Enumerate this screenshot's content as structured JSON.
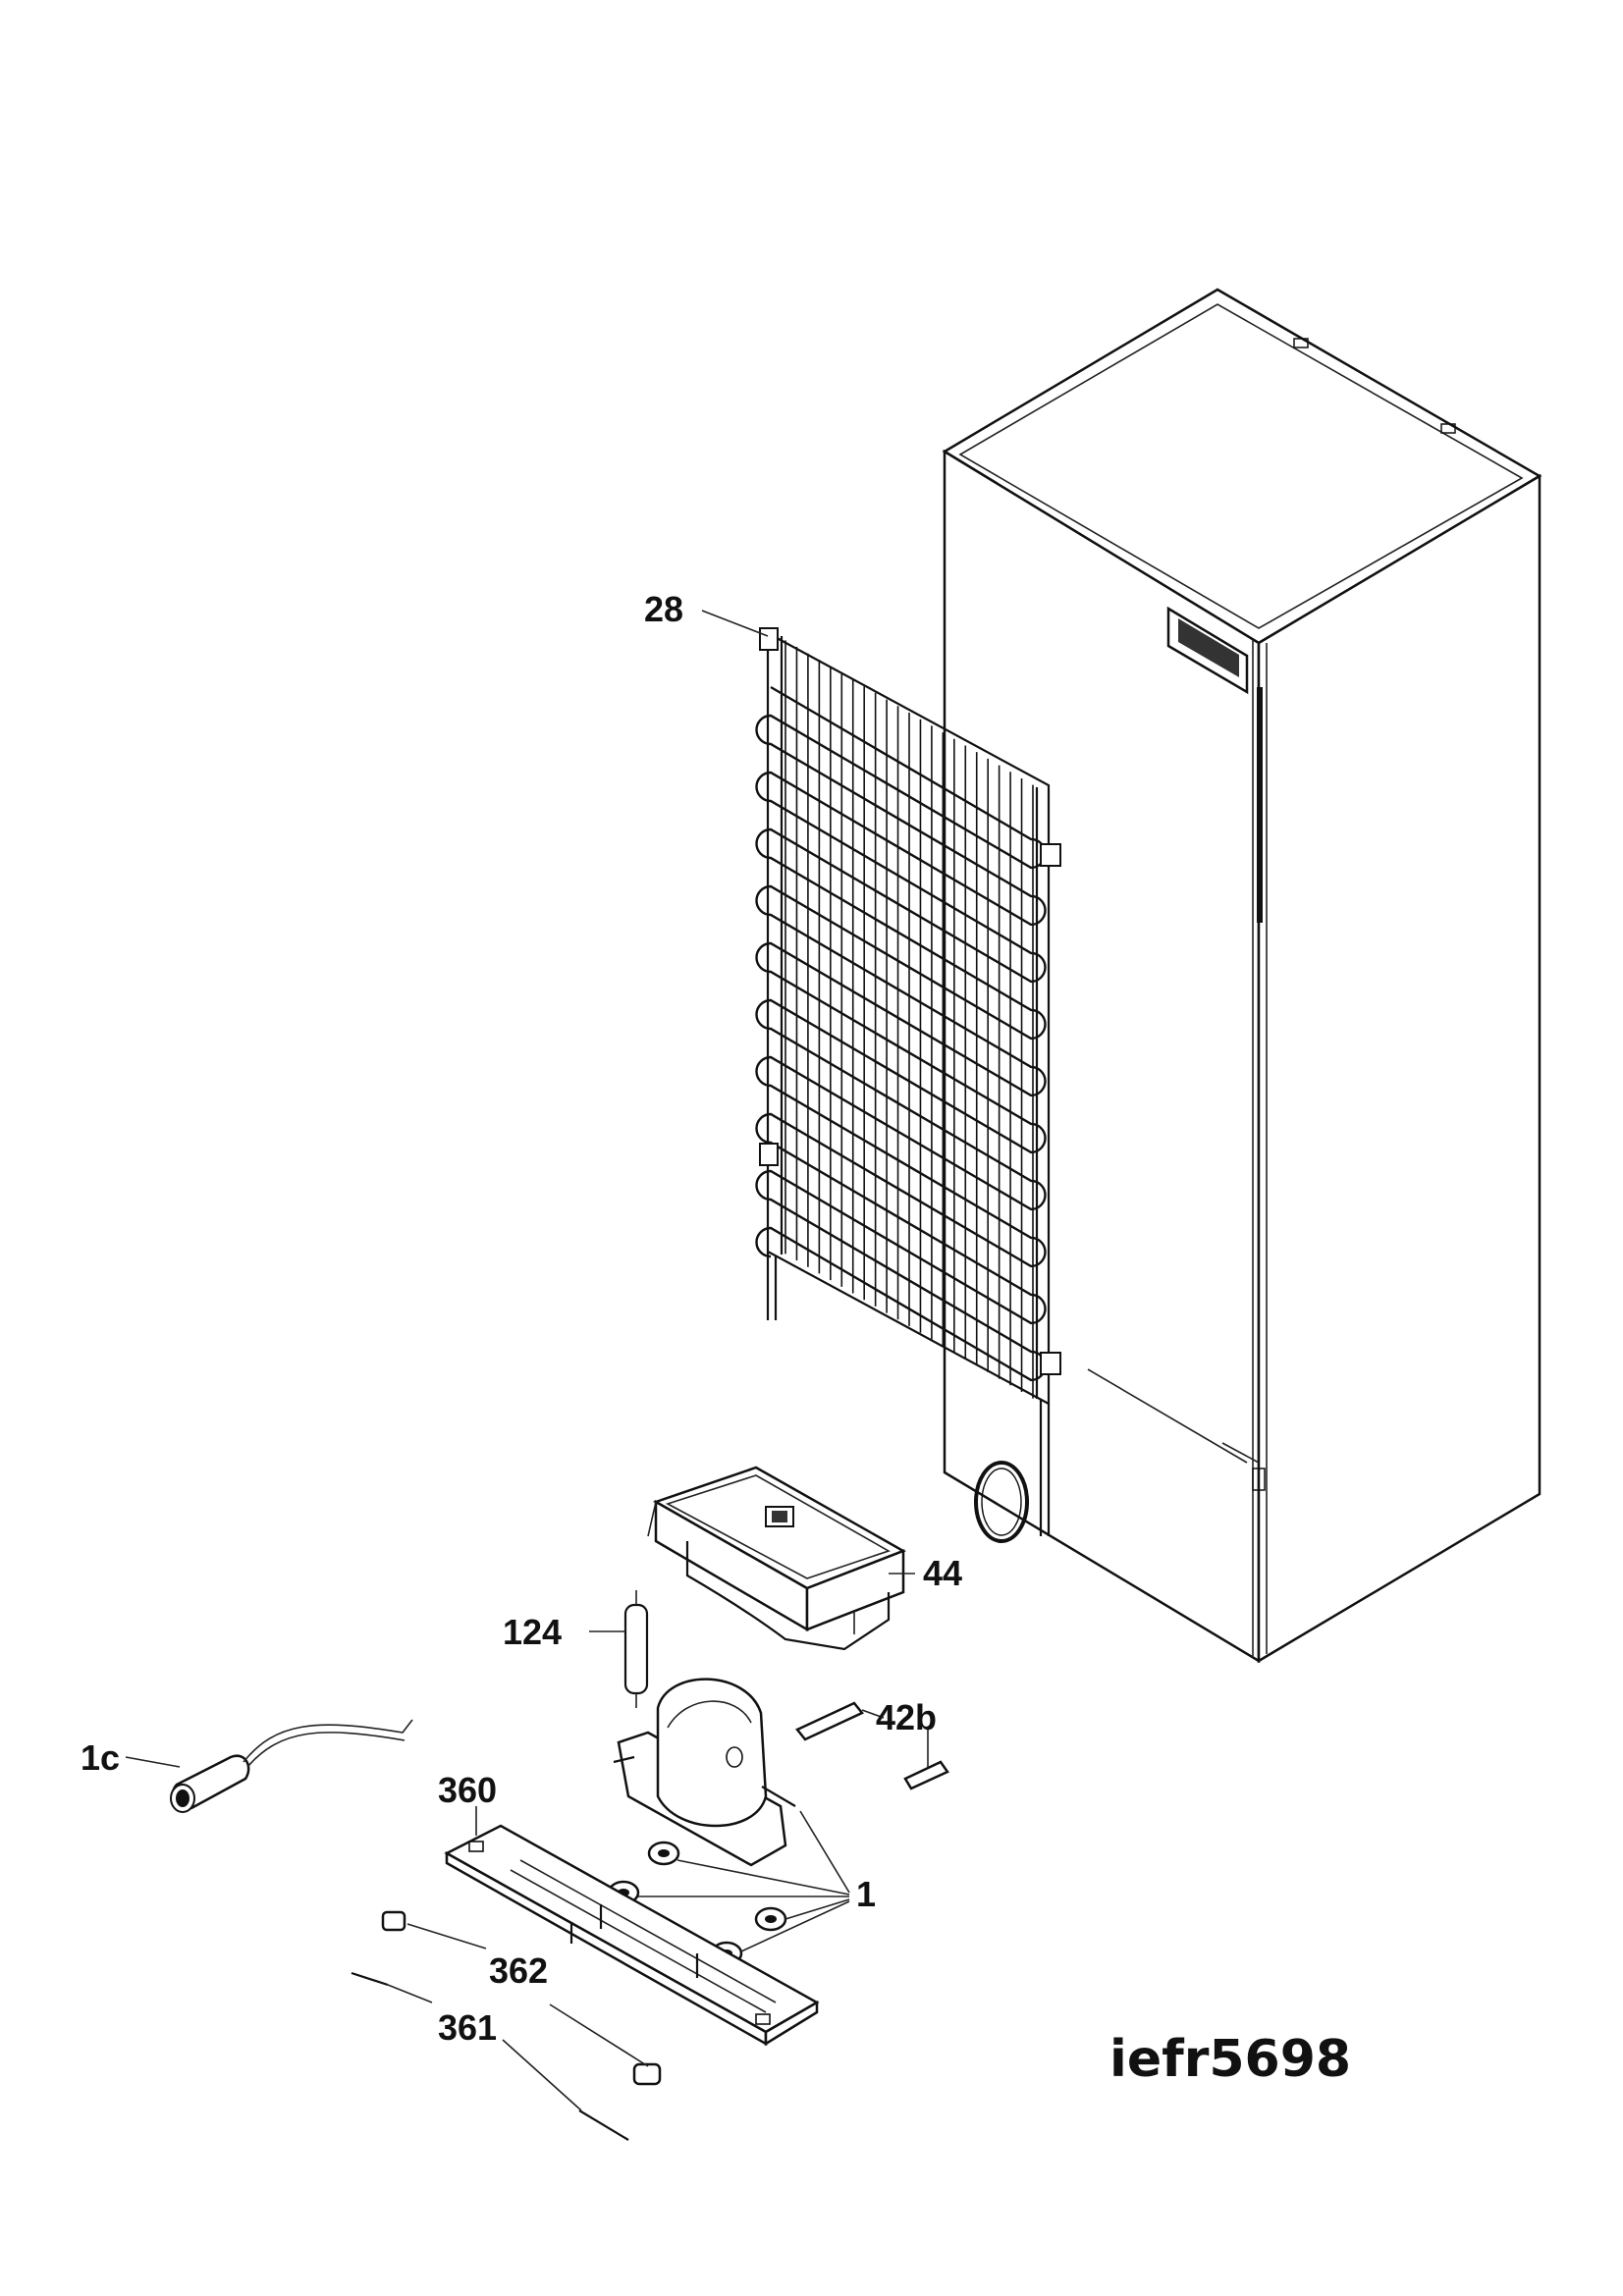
{
  "diagram": {
    "code": "iefr5698",
    "callouts": {
      "condenser": "28",
      "drip_tray": "44",
      "filter_drier": "124",
      "bracket": "42b",
      "capacitor": "1c",
      "base_plate": "360",
      "grommets": "1",
      "plug": "362",
      "pin": "361"
    }
  }
}
